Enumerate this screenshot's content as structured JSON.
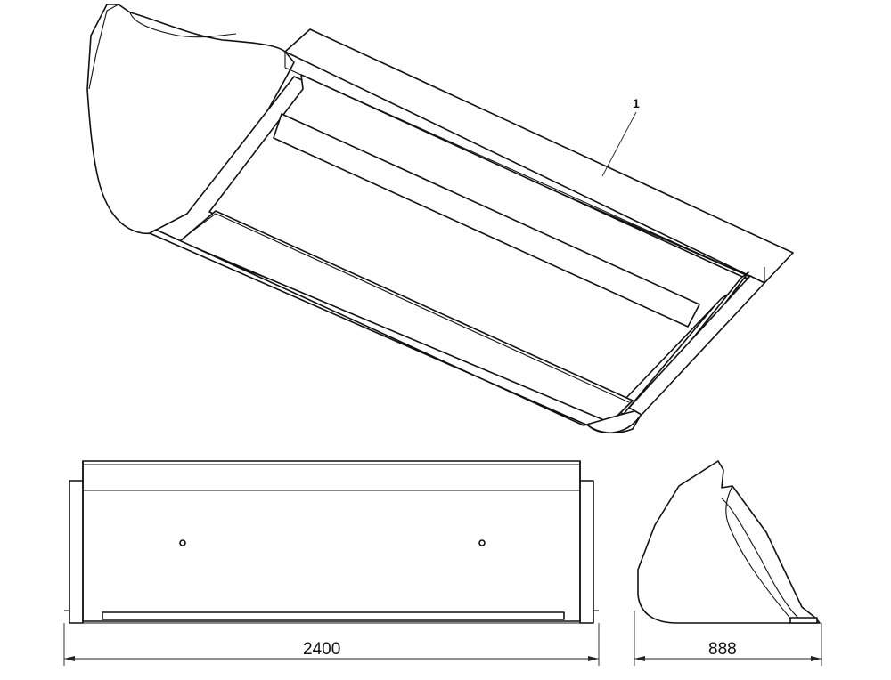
{
  "callouts": {
    "part_number": "1"
  },
  "dimensions": {
    "width_label": "2400",
    "depth_label": "888"
  }
}
